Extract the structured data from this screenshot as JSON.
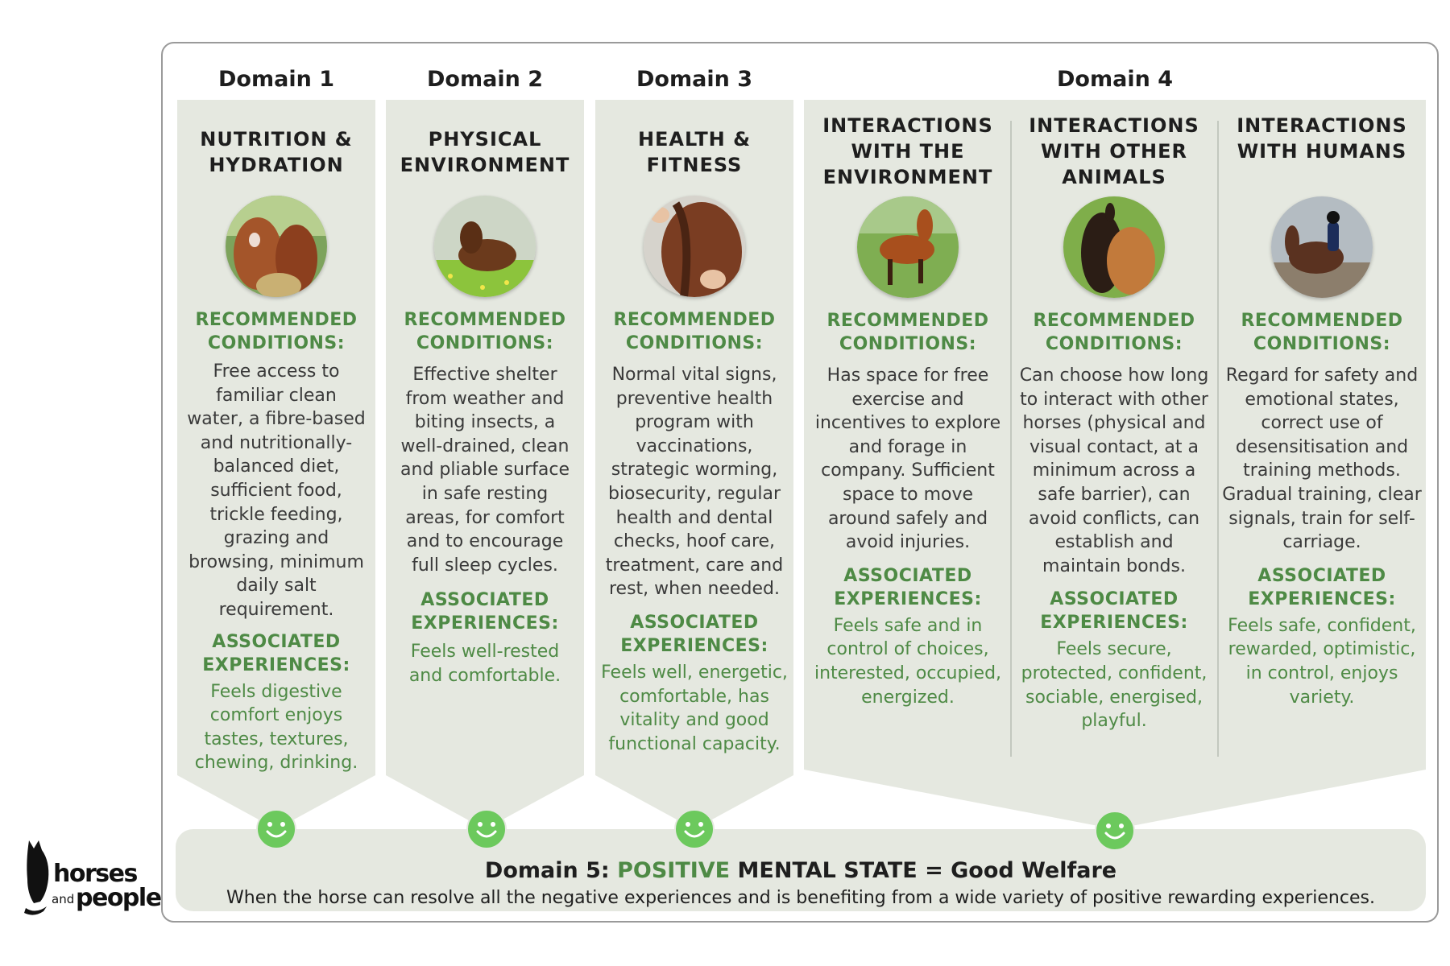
{
  "domains": {
    "d1": "Domain 1",
    "d2": "Domain 2",
    "d3": "Domain 3",
    "d4": "Domain 4"
  },
  "columns": [
    {
      "title": "NUTRITION & HYDRATION",
      "photo_icon": "horses-eating-hay-photo",
      "conditions_label": "RECOMMENDED CONDITIONS:",
      "conditions": "Free access to familiar clean water, a fibre-based and nutritionally-balanced diet, sufficient food, trickle feeding, grazing and browsing, minimum daily salt requirement.",
      "experiences_label": "ASSOCIATED EXPERIENCES:",
      "experiences": "Feels digestive comfort enjoys tastes, textures, chewing, drinking."
    },
    {
      "title": "PHYSICAL ENVIRONMENT",
      "photo_icon": "horse-lying-in-grass-photo",
      "conditions_label": "RECOMMENDED CONDITIONS:",
      "conditions": "Effective shelter from weather and biting insects, a well-drained, clean and pliable surface in safe resting areas, for comfort and to encourage full sleep cycles.",
      "experiences_label": "ASSOCIATED EXPERIENCES:",
      "experiences": "Feels well-rested and comfortable."
    },
    {
      "title": "HEALTH & FITNESS",
      "photo_icon": "horse-health-check-photo",
      "conditions_label": "RECOMMENDED CONDITIONS:",
      "conditions": "Normal vital signs, preventive health program with vaccinations, strategic worming, biosecurity, regular health and dental checks, hoof care, treatment, care and rest, when needed.",
      "experiences_label": "ASSOCIATED EXPERIENCES:",
      "experiences": "Feels well, energetic, comfortable, has vitality and good functional capacity."
    },
    {
      "title": "INTERACTIONS WITH THE ENVIRONMENT",
      "photo_icon": "horse-galloping-photo",
      "conditions_label": "RECOMMENDED CONDITIONS:",
      "conditions": "Has space for free exercise and incentives to explore and forage in company. Sufficient space to move around safely and avoid injuries.",
      "experiences_label": "ASSOCIATED EXPERIENCES:",
      "experiences": "Feels safe and in control of choices, interested, occupied, energized."
    },
    {
      "title": "INTERACTIONS WITH OTHER ANIMALS",
      "photo_icon": "two-horses-together-photo",
      "conditions_label": "RECOMMENDED CONDITIONS:",
      "conditions": "Can choose how long to interact with other horses (physical and visual contact, at a minimum across a safe barrier), can avoid conflicts, can establish and maintain bonds.",
      "experiences_label": "ASSOCIATED EXPERIENCES:",
      "experiences": "Feels secure, protected, confident, sociable, energised, playful."
    },
    {
      "title": "INTERACTIONS WITH HUMANS",
      "photo_icon": "rider-on-horse-photo",
      "conditions_label": "RECOMMENDED CONDITIONS:",
      "conditions": "Regard for safety and emotional states, correct use of desensitisation and training methods. Gradual training, clear signals, train for self-carriage.",
      "experiences_label": "ASSOCIATED EXPERIENCES:",
      "experiences": "Feels safe, confident, rewarded, optimistic, in control, enjoys variety."
    }
  ],
  "domain5": {
    "prefix": "Domain 5: ",
    "positive": "POSITIVE",
    "rest": " MENTAL STATE = Good Welfare",
    "subtitle": "When the horse can resolve all the negative experiences and is benefiting from a wide variety of positive rewarding experiences."
  },
  "logo": {
    "line1": "horses",
    "and": "and",
    "line2": "people"
  },
  "colors": {
    "panel": "#e5e8e0",
    "green_text": "#4e8a45",
    "smiley": "#6cc95d"
  }
}
